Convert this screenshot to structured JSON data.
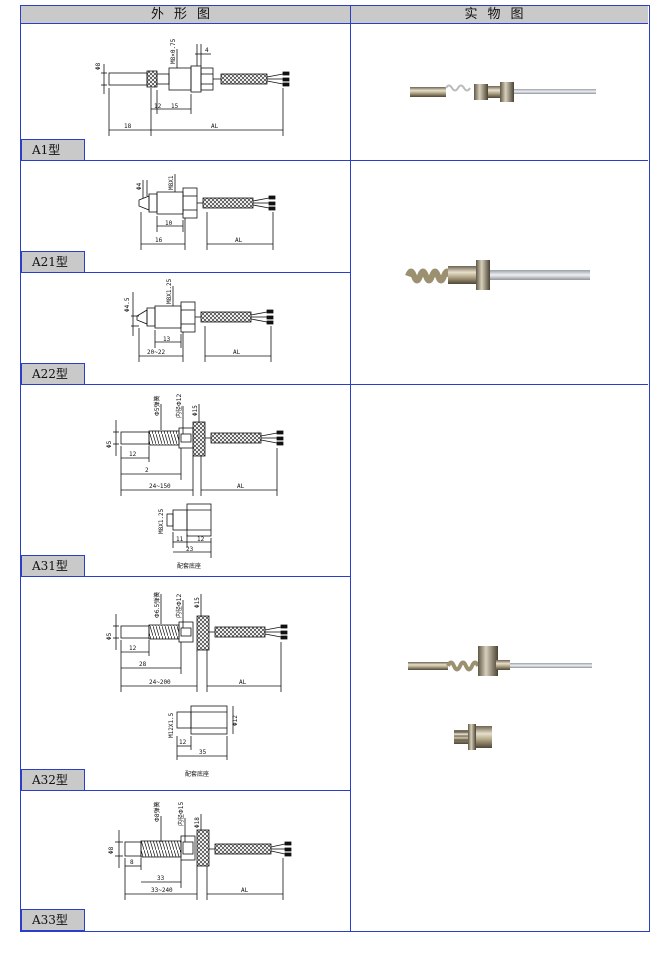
{
  "headers": {
    "left": "外形图",
    "right": "实物图"
  },
  "models": {
    "a1": {
      "label": "A1型",
      "dims": {
        "phi": "Φ8",
        "thread": "M8×0.75",
        "four": "4",
        "twelve": "12",
        "fifteen": "15",
        "eighteen": "18",
        "al": "AL"
      }
    },
    "a21": {
      "label": "A21型",
      "dims": {
        "phi": "Φ4",
        "thread": "M8X1",
        "ten": "10",
        "sixteen": "16",
        "al": "AL"
      }
    },
    "a22": {
      "label": "A22型",
      "dims": {
        "phi": "Φ4.5",
        "thread": "M8X1.25",
        "thirteen": "13",
        "range": "20~22",
        "al": "AL"
      }
    },
    "a31": {
      "label": "A31型",
      "dims": {
        "phi": "Φ5",
        "spring": "Φ5弹簧",
        "inner": "内径Φ12",
        "outer": "Φ15",
        "twelve": "12",
        "two": "2",
        "range": "24~150",
        "al": "AL",
        "base_thread": "M8X1.25",
        "eleven": "11",
        "twelve_b": "12",
        "twentythree": "23",
        "caption": "配套底座"
      }
    },
    "a32": {
      "label": "A32型",
      "dims": {
        "phi": "Φ5",
        "spring": "Φ6.5弹簧",
        "inner": "内径Φ12",
        "outer": "Φ15",
        "twelve": "12",
        "twentyeight": "28",
        "range": "24~200",
        "al": "AL",
        "base_thread": "M12X1.5",
        "base_phi": "Φ12",
        "twelve_b": "12",
        "thirtyfive": "35",
        "caption": "配套底座"
      }
    },
    "a33": {
      "label": "A33型",
      "dims": {
        "phi": "Φ8",
        "spring": "Φ8弹簧",
        "inner": "内径Φ15",
        "outer": "Φ18",
        "eight": "8",
        "thirtythree": "33",
        "range": "33~240",
        "al": "AL"
      }
    }
  },
  "colors": {
    "border": "#2b3ec7",
    "label_bg": "#c9c9c9",
    "metal": "#b5a98a",
    "cable": "#c8ccd2"
  }
}
